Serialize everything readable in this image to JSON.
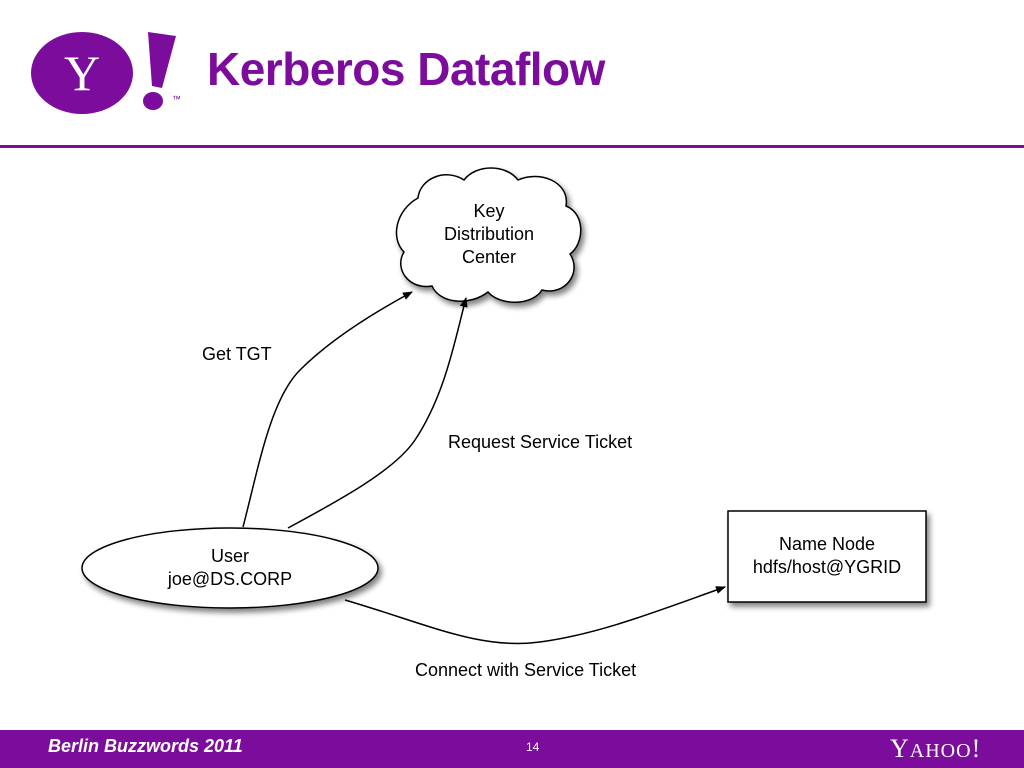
{
  "slide": {
    "title": "Kerberos Dataflow",
    "page_number": "14"
  },
  "logo": {
    "letter": "Y",
    "mark": "!",
    "trademark": "™"
  },
  "footer": {
    "event": "Berlin Buzzwords 2011",
    "brand_Y": "Y",
    "brand_AHOO": "AHOO",
    "brand_bang": "!"
  },
  "diagram": {
    "kdc": {
      "line1": "Key",
      "line2": "Distribution",
      "line3": "Center"
    },
    "user": {
      "line1": "User",
      "line2": "joe@DS.CORP"
    },
    "namenode": {
      "line1": "Name Node",
      "line2": "hdfs/host@YGRID"
    },
    "edges": {
      "get_tgt": "Get TGT",
      "request_ticket": "Request Service Ticket",
      "connect": "Connect with Service Ticket"
    }
  },
  "colors": {
    "brand_purple": "#7b0c9c",
    "footer_bg": "#7b0c9c"
  }
}
